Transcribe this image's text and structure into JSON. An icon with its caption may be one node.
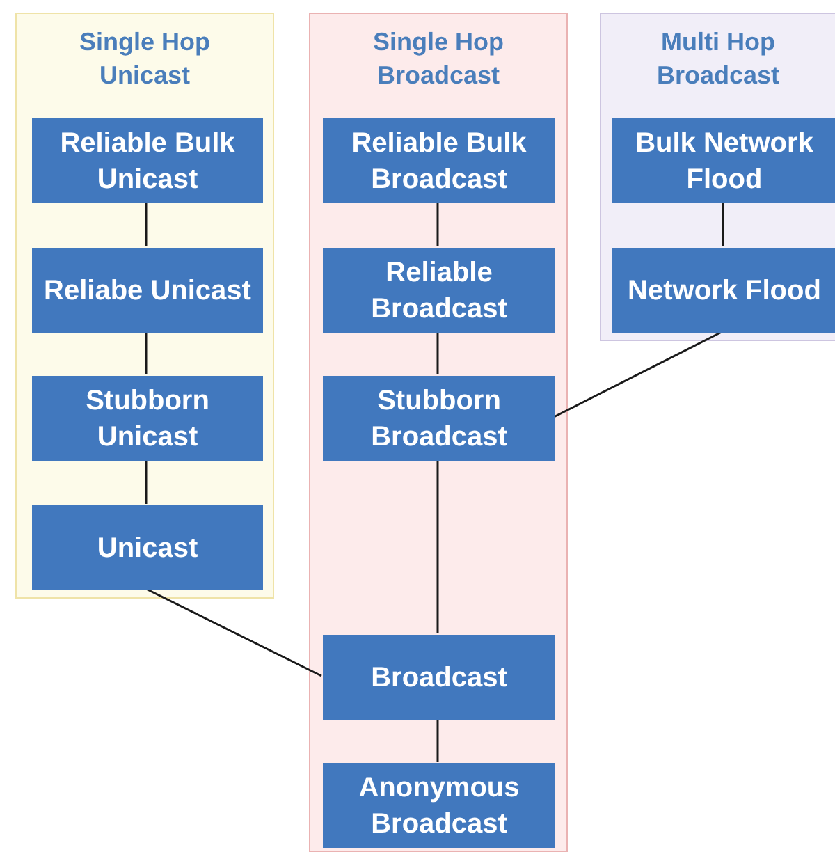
{
  "diagram": {
    "nodes": [
      {
        "text": [
          "Single Hop Unicast"
        ]
      },
      {
        "text": [
          "Reliable Bulk Unicast"
        ],
        "in": 0
      },
      {
        "text": [
          "Reliabe Unicast"
        ],
        "in": 0
      },
      {
        "text": [
          "Stubborn Unicast"
        ],
        "in": 0
      },
      {
        "text": [
          "Unicast"
        ],
        "in": 0
      },
      {
        "text": [
          "Single Hop Broadcast"
        ]
      },
      {
        "text": [
          "Reliable Bulk Broadcast"
        ],
        "in": 5
      },
      {
        "text": [
          "Reliable Broadcast"
        ],
        "in": 5
      },
      {
        "text": [
          "Stubborn Broadcast"
        ],
        "in": 5
      },
      {
        "text": [
          "Broadcast"
        ],
        "in": 5
      },
      {
        "text": [
          "Anonymous Broadcast"
        ],
        "in": 5
      },
      {
        "text": [
          "Multi Hop Broadcast"
        ]
      },
      {
        "text": [
          "Bulk Network Flood"
        ],
        "in": 11
      },
      {
        "text": [
          "Network Flood"
        ],
        "in": 11
      }
    ],
    "edges": [
      {
        "from": 1,
        "to": 2,
        "arrow": "none"
      },
      {
        "from": 2,
        "to": 3,
        "arrow": "none"
      },
      {
        "from": 3,
        "to": 4,
        "arrow": "none"
      },
      {
        "from": 6,
        "to": 7,
        "arrow": "none"
      },
      {
        "from": 7,
        "to": 8,
        "arrow": "none"
      },
      {
        "from": 8,
        "to": 9,
        "arrow": "none"
      },
      {
        "from": 9,
        "to": 10,
        "arrow": "none"
      },
      {
        "from": 12,
        "to": 13,
        "arrow": "none"
      },
      {
        "from": 13,
        "to": 8,
        "arrow": "none"
      },
      {
        "from": 4,
        "to": 9,
        "arrow": "none"
      }
    ]
  }
}
